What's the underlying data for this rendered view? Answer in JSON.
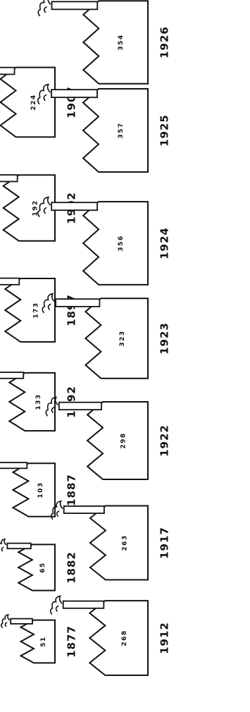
{
  "chart_data": {
    "type": "pictograph",
    "title": "",
    "xlabel": "",
    "ylabel": "",
    "categories": [
      "1877",
      "1882",
      "1887",
      "1892",
      "1897",
      "1902",
      "1907",
      "1912",
      "1917",
      "1922",
      "1923",
      "1924",
      "1925",
      "1926"
    ],
    "category_labels": [
      "1877",
      "1882",
      "1887",
      "1892",
      "1897",
      "1902",
      "1907",
      "1912",
      "1917",
      "1922",
      "1923",
      "1924",
      "1925",
      "1926"
    ],
    "values": [
      51,
      65,
      103,
      133,
      173,
      192,
      224,
      268,
      263,
      298,
      323,
      356,
      357,
      354
    ],
    "value_labels": [
      "51",
      "65",
      "103",
      "133",
      "173",
      "192",
      "224",
      "268",
      "263",
      "298",
      "323",
      "356",
      "357",
      "354"
    ],
    "colors": {
      "ink": "#111111",
      "paper": "#ffffff"
    }
  }
}
